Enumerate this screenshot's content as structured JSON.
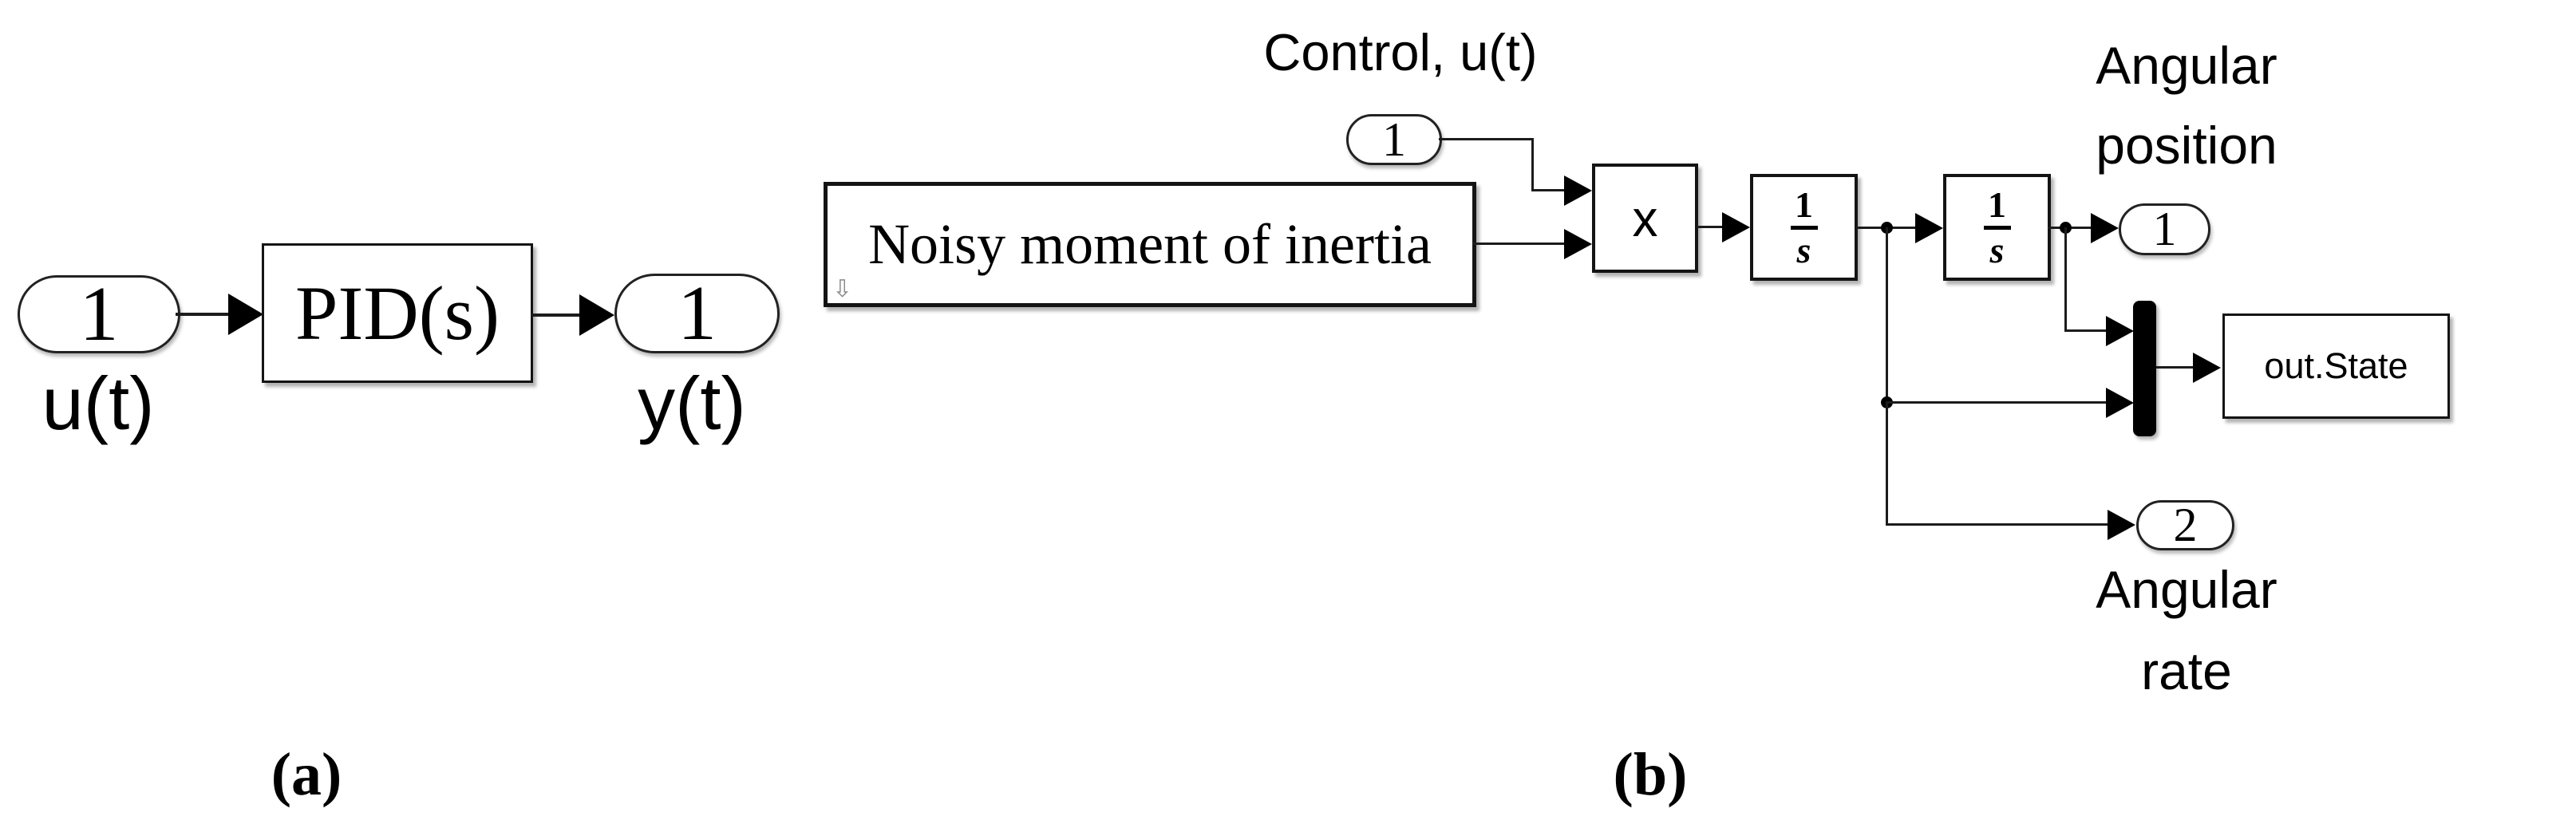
{
  "figure": {
    "caption_a": "(a)",
    "caption_b": "(b)"
  },
  "diagram_a": {
    "input_port": {
      "number": "1",
      "label": "u(t)"
    },
    "controller_block": {
      "label": "PID(s)"
    },
    "output_port": {
      "number": "1",
      "label": "y(t)"
    }
  },
  "diagram_b": {
    "control_label": "Control, u(t)",
    "input_port": {
      "number": "1"
    },
    "inertia_block": {
      "label": "Noisy moment of inertia",
      "annotation_arrow_icon": "⇩"
    },
    "product_block": {
      "label": "x"
    },
    "integrator1": {
      "numerator": "1",
      "denominator": "s"
    },
    "integrator2": {
      "numerator": "1",
      "denominator": "s"
    },
    "output_port1": {
      "number": "1",
      "label_line1": "Angular",
      "label_line2": "position"
    },
    "output_port2": {
      "number": "2",
      "label_line1": "Angular",
      "label_line2": "rate"
    },
    "outstate_block": {
      "label": "out.State"
    }
  },
  "colors": {
    "background": "#ffffff",
    "line": "#1c1c1c",
    "block_border": "#141414",
    "mux_fill": "#000000",
    "annotation_gray": "#8a8a8a"
  }
}
